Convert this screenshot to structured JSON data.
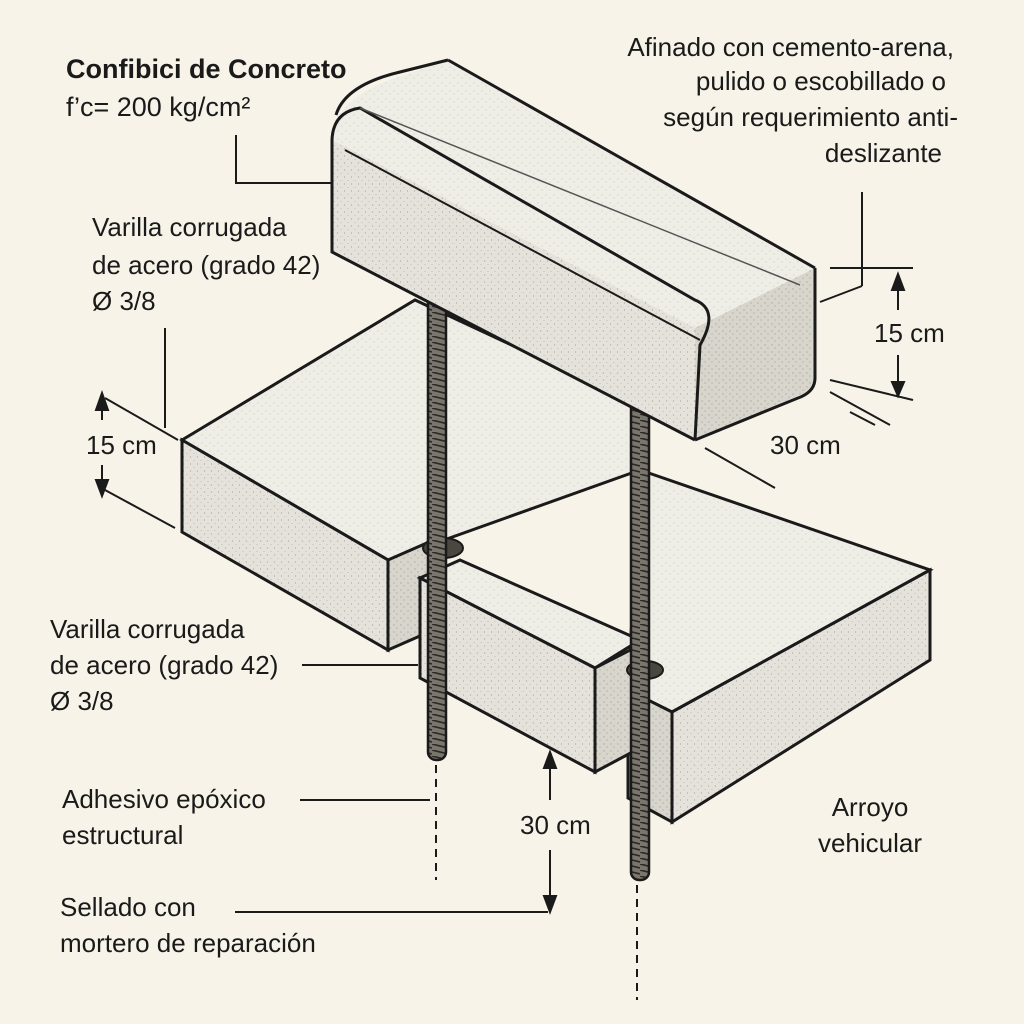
{
  "title": {
    "line1": "Confibici de Concreto",
    "line2": "f’c= 200 kg/cm²"
  },
  "finish_note": {
    "line1": "Afinado con cemento-arena,",
    "line2": "pulido o escobillado o",
    "line3": "según requerimiento anti-",
    "line4": "deslizante"
  },
  "rebar_upper": {
    "line1": "Varilla corrugada",
    "line2": "de acero (grado 42)",
    "line3": "Ø 3/8"
  },
  "rebar_lower": {
    "line1": "Varilla corrugada",
    "line2": "de acero (grado 42)",
    "line3": "Ø 3/8"
  },
  "epoxy": {
    "line1": "Adhesivo epóxico",
    "line2": "estructural"
  },
  "sealing": {
    "line1": "Sellado con",
    "line2": "mortero de reparación"
  },
  "road": {
    "line1": "Arroyo",
    "line2": "vehicular"
  },
  "dimensions": {
    "curb_height": "15 cm",
    "curb_width": "30 cm",
    "slab_thickness": "15 cm",
    "anchor_depth": "30 cm"
  }
}
